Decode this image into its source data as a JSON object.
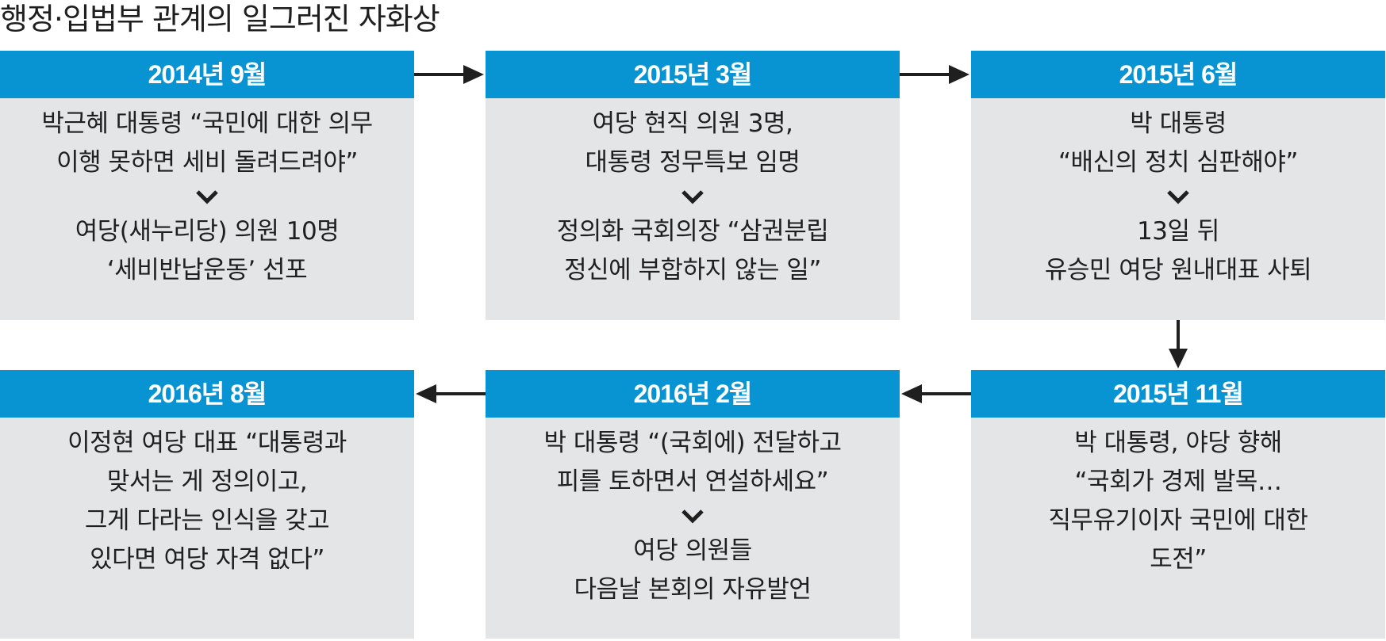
{
  "title": "행정·입법부 관계의 일그러진 자화상",
  "colors": {
    "header": "#0893d2",
    "card": "#e4e5e7",
    "arrow": "#1f1f1f"
  },
  "cards": [
    {
      "date": "2014년 9월",
      "event1": [
        "박근혜 대통령 “국민에 대한 의무",
        "이행 못하면 세비 돌려드려야”"
      ],
      "event2": [
        "여당(새누리당) 의원 10명",
        "‘세비반납운동’ 선포"
      ]
    },
    {
      "date": "2015년 3월",
      "event1": [
        "여당 현직 의원 3명,",
        "대통령 정무특보 임명"
      ],
      "event2": [
        "정의화 국회의장 “삼권분립",
        "정신에 부합하지 않는 일”"
      ]
    },
    {
      "date": "2015년 6월",
      "event1": [
        "박 대통령",
        "“배신의 정치 심판해야”"
      ],
      "event2": [
        "13일 뒤",
        "유승민 여당 원내대표 사퇴"
      ]
    },
    {
      "date": "2016년 8월",
      "event1": [
        "이정현 여당 대표 “대통령과",
        "맞서는 게 정의이고,",
        "그게 다라는 인식을 갖고",
        "있다면 여당 자격 없다”"
      ]
    },
    {
      "date": "2016년 2월",
      "event1": [
        "박 대통령 “(국회에) 전달하고",
        "피를 토하면서 연설하세요”"
      ],
      "event2": [
        "여당 의원들",
        "다음날 본회의 자유발언"
      ]
    },
    {
      "date": "2015년 11월",
      "event1": [
        "박 대통령, 야당 향해",
        "“국회가 경제 발목…",
        "직무유기이자 국민에 대한",
        "도전”"
      ]
    }
  ]
}
